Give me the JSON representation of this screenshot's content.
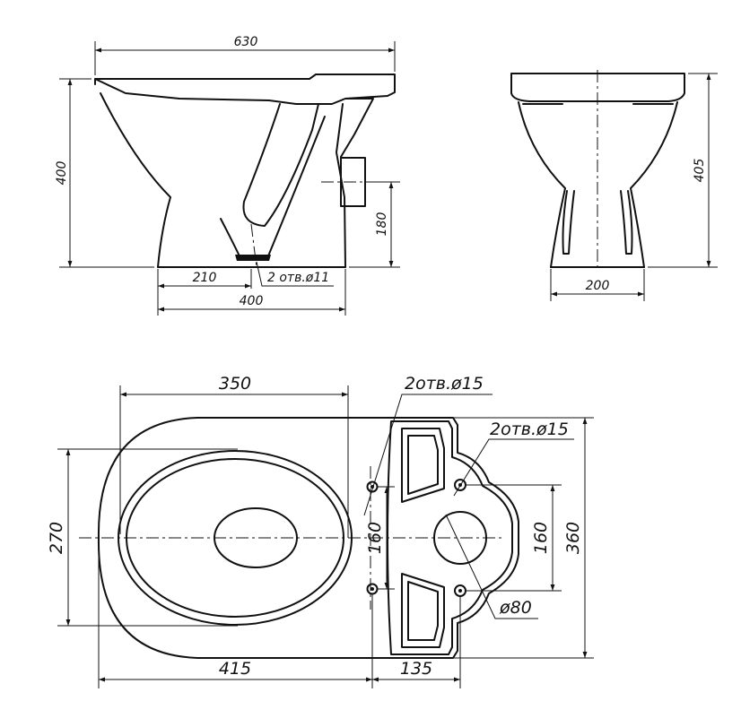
{
  "side_view": {
    "overall_length": "630",
    "height": "400",
    "outlet_height": "180",
    "mount_offset": "210",
    "mount_holes": "2 отв.ø11",
    "base_length": "400"
  },
  "front_view": {
    "height": "405",
    "base_width": "200"
  },
  "top_view": {
    "bowl_length": "350",
    "tank_holes_top": "2отв.ø15",
    "tank_holes_right": "2отв.ø15",
    "bowl_width": "270",
    "hole_spacing_left": "160",
    "hole_spacing_right": "160",
    "overall_width": "360",
    "drain_diameter": "ø80",
    "seat_length": "415",
    "tank_depth": "135"
  }
}
